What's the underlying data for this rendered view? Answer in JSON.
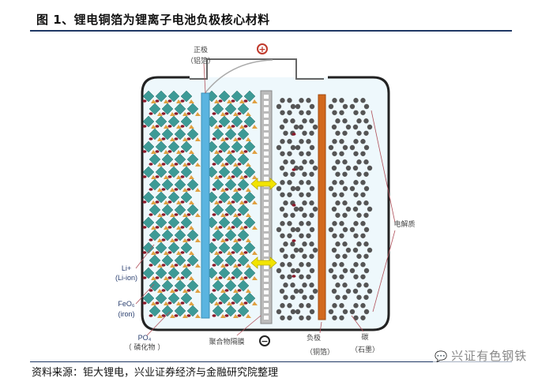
{
  "title": "图 1、锂电铜箔为锂离子电池负极核心材料",
  "diagram": {
    "cathode_label": "正极",
    "cathode_sub": "（铝箔）",
    "plus_symbol": "+",
    "minus_symbol": "−",
    "electrolyte_label": "电解质",
    "li_label": "Li+",
    "li_sub": "(Li-ion)",
    "feo_label": "FeO₆",
    "feo_sub": "(iron)",
    "po_label": "PO₄",
    "po_sub": "（ 磷化物 ）",
    "separator_label": "聚合物隔膜",
    "anode_label": "负极",
    "anode_sub": "（铜箔）",
    "carbon_label": "碳",
    "carbon_sub": "（石墨）",
    "colors": {
      "cathode_foil": "#5ab4e0",
      "anode_foil": "#d2691e",
      "crystal": "#3d9a96",
      "graphite": "#555555",
      "arrow": "#f2e400"
    }
  },
  "source": "资料来源：钜大锂电，兴业证券经济与金融研究院整理",
  "watermark": "兴证有色钢铁"
}
